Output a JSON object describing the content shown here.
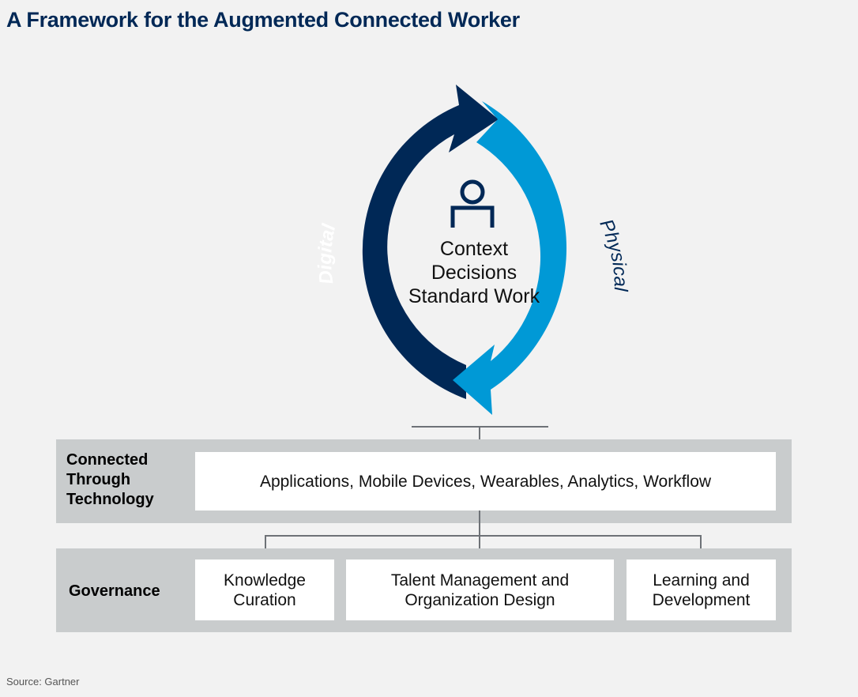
{
  "title": "A Framework for the Augmented Connected Worker",
  "cycle": {
    "left_label": "Digital",
    "right_label": "Physical",
    "left_color": "#002856",
    "right_color": "#0099d6",
    "icon": "person-icon",
    "center_lines": [
      "Context",
      "Decisions",
      "Standard Work"
    ]
  },
  "technology": {
    "label_lines": [
      "Connected",
      "Through",
      "Technology"
    ],
    "box": "Applications, Mobile Devices, Wearables, Analytics, Workflow"
  },
  "governance": {
    "label": "Governance",
    "boxes": [
      {
        "lines": [
          "Knowledge",
          "Curation"
        ]
      },
      {
        "lines": [
          "Talent Management and",
          "Organization Design"
        ]
      },
      {
        "lines": [
          "Learning and",
          "Development"
        ]
      }
    ]
  },
  "source": "Source: Gartner"
}
